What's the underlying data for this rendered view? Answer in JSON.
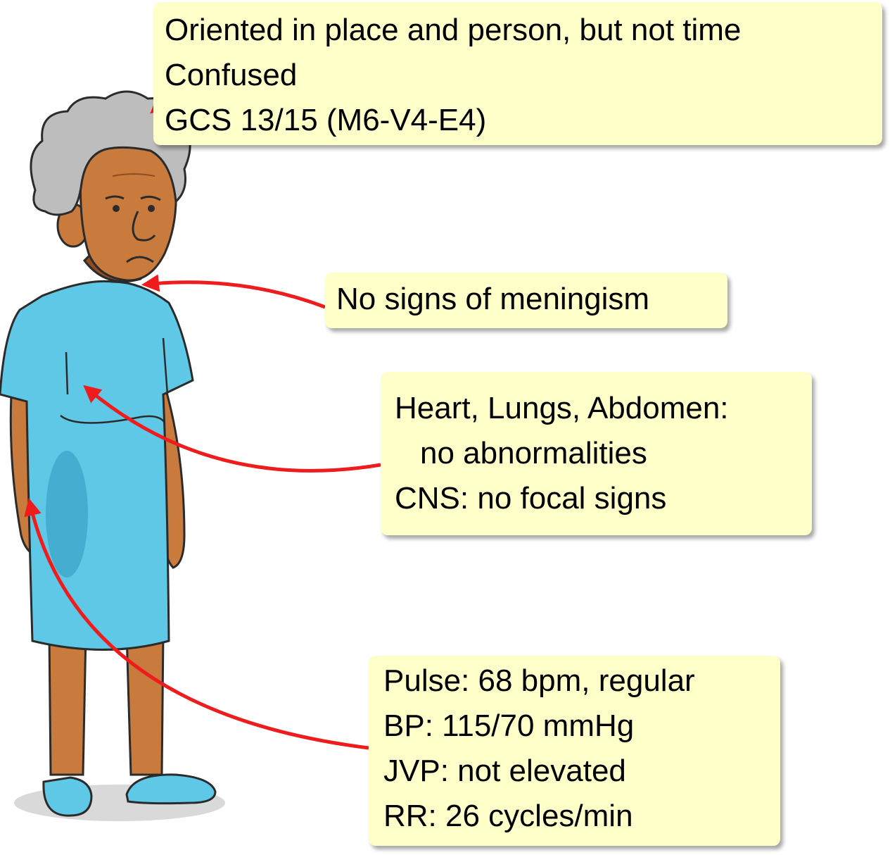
{
  "colors": {
    "callout_fill": "#ffffc9",
    "arrow": "#ee1c1c",
    "gown": "#5fc8e6",
    "gown_shadow": "#45aed0",
    "skin": "#c97a3d",
    "skin_dark": "#8f4d1f",
    "hair": "#bdbdbd",
    "slipper": "#5fc8e6"
  },
  "callouts": {
    "orientation": {
      "lines": [
        "Oriented in place and person, but not time",
        "Confused",
        "GCS 13/15 (M6-V4-E4)"
      ]
    },
    "meningism": {
      "lines": [
        "No signs of meningism"
      ]
    },
    "exam": {
      "lines": [
        "Heart, Lungs, Abdomen:",
        "no abnormalities",
        "CNS: no focal signs"
      ]
    },
    "vitals": {
      "lines": [
        "Pulse: 68 bpm, regular",
        "BP: 115/70 mmHg",
        "JVP: not elevated",
        "RR: 26 cycles/min"
      ]
    }
  }
}
